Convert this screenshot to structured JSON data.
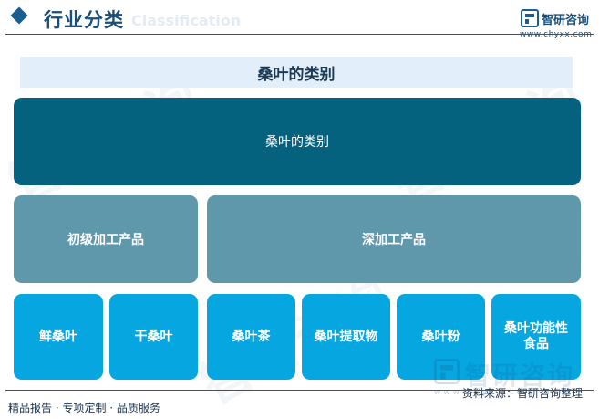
{
  "header": {
    "title": "行业分类",
    "subtitle": "Classification",
    "logo_text": "智研咨询",
    "logo_url": "www.chyxx.com"
  },
  "diagram": {
    "title": "桑叶的类别",
    "root": "桑叶的类别",
    "level2": [
      "初级加工产品",
      "深加工产品"
    ],
    "level3": [
      "鲜桑叶",
      "干桑叶",
      "桑叶茶",
      "桑叶提取物",
      "桑叶粉",
      "桑叶功能性食品"
    ]
  },
  "footer": {
    "left": "精品报告 · 专项定制 · 品质服务",
    "source": "资料来源：智研咨询整理"
  },
  "watermark": {
    "text": "智研咨询",
    "url": "w w w . c h y x x . c o m"
  },
  "colors": {
    "root": "#05627e",
    "level2": "#5f97ab",
    "level3": "#06a6e0",
    "title_band": "#e2eef9",
    "brand": "#1a5d8f"
  }
}
